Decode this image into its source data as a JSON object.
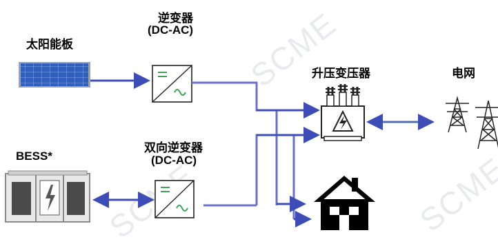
{
  "labels": {
    "solar_panel": "太阳能板",
    "inverter_title": "逆变器",
    "inverter_subtitle": "(DC-AC)",
    "bidirectional_inverter_title": "双向逆变器",
    "bidirectional_inverter_subtitle": "(DC-AC)",
    "step_up_transformer": "升压变压器",
    "grid": "电网",
    "bess": "BESS*"
  },
  "watermark": "SCME",
  "colors": {
    "flow_line": "#6a70c8",
    "arrow": "#3d4db7",
    "grid_arrow": "#4f6fb0",
    "panel_blue": "#2f5fbf",
    "panel_frame": "#9aa3ad",
    "device_outline": "#222222",
    "icon_gray": "#8a8a8a",
    "house": "#000000",
    "inverter_green": "#3aa655"
  }
}
